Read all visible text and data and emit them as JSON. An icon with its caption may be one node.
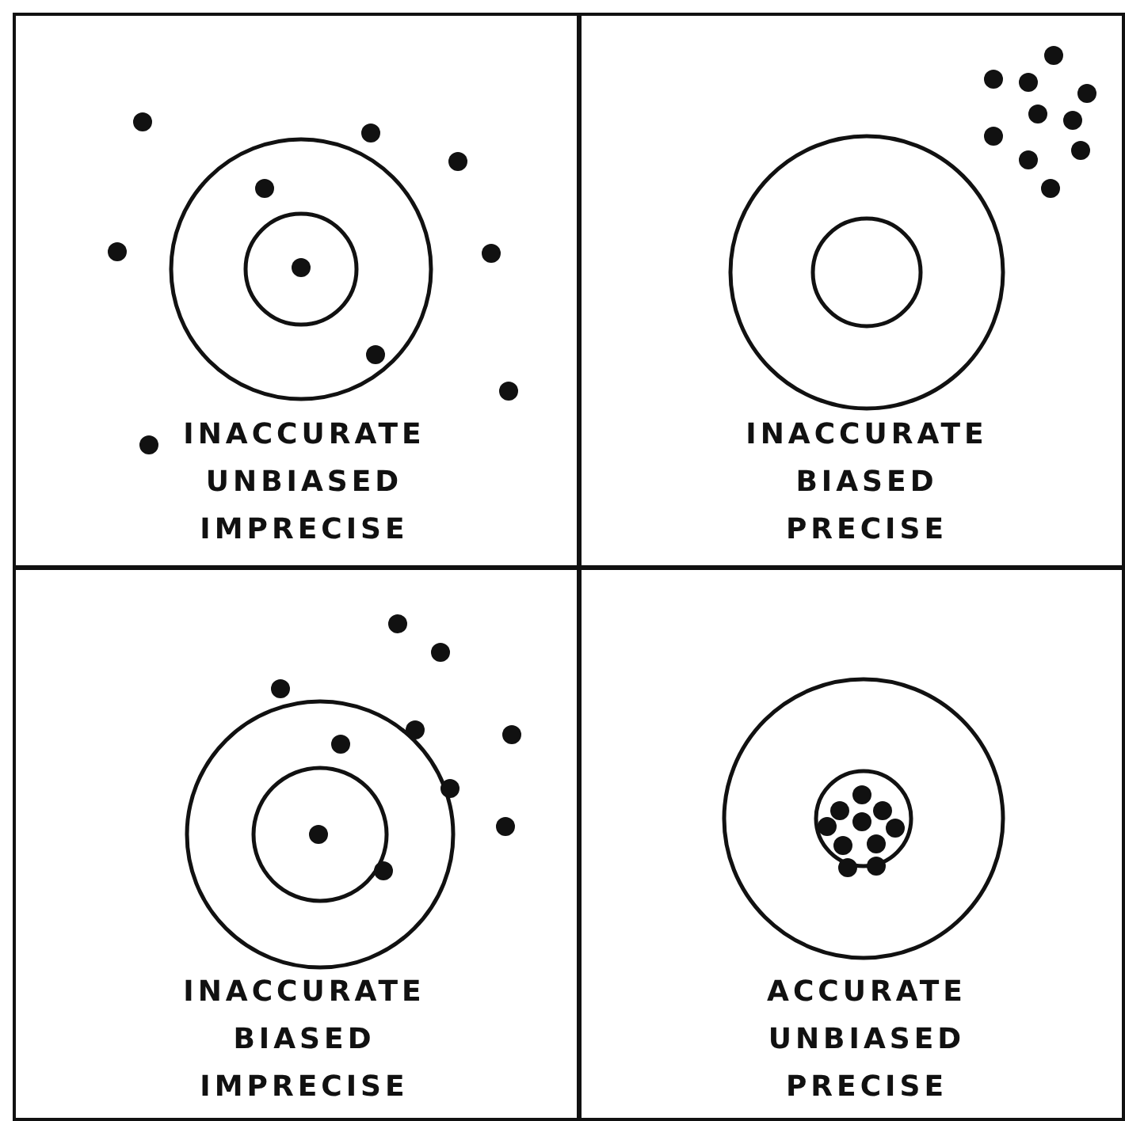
{
  "diagram": {
    "nodes": [
      {
        "text": [
          "INACCURATE UNBIASED IMPRECISE"
        ]
      },
      {
        "text": [
          "INACCURATE BIASED PRECISE"
        ]
      },
      {
        "text": [
          "INACCURATE BIASED IMPRECISE"
        ]
      },
      {
        "text": [
          "ACCURATE UNBIASED PRECISE"
        ]
      }
    ]
  }
}
